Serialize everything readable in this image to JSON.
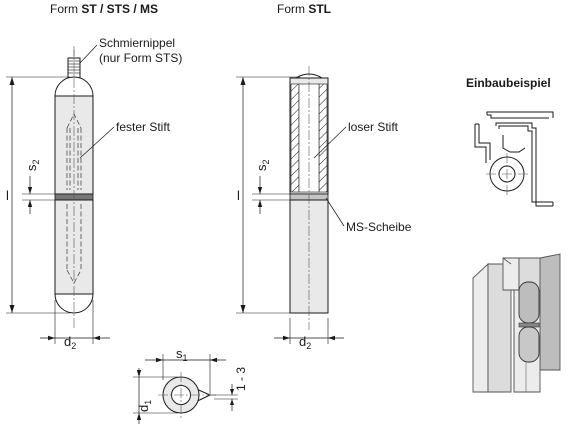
{
  "titles": {
    "left_prefix": "Form ",
    "left_bold": "ST / STS / MS",
    "right_prefix": "Form ",
    "right_bold": "STL",
    "example": "Einbaubeispiel"
  },
  "labels": {
    "grease_nipple_line1": "Schmiernippel",
    "grease_nipple_line2": "(nur Form STS)",
    "fixed_pin": "fester Stift",
    "loose_pin": "loser Stift",
    "ms_washer": "MS-Scheibe"
  },
  "dimensions": {
    "length": "l",
    "s_main": "s",
    "s_idx": "2",
    "d_main": "d",
    "d_idx": "2",
    "s1_main": "s",
    "s1_idx": "1",
    "d1_main": "d",
    "d1_idx": "1",
    "range": "1 - 3"
  }
}
